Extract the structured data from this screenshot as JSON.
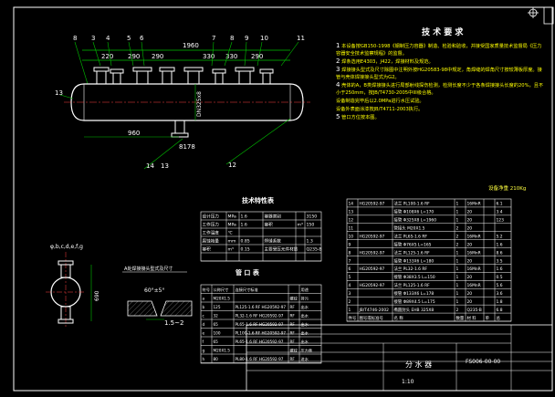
{
  "colors": {
    "background": "#000000",
    "frame": "#ffffff",
    "dimension": "#00c000",
    "vessel": "#ffffff",
    "text": "#ffffff",
    "note": "#ffff00",
    "title": "#ffff40",
    "accent": "#ff4040",
    "cyan": "#00e0e0"
  },
  "tech_req": {
    "title": "技 术 要 求",
    "items": [
      {
        "num": "1",
        "text": "本设备按GB150-1998《钢制压力容器》制造、检验和验收，并接受国家质量技术监督局《压力容器安全技术监察规程》的监督。"
      },
      {
        "num": "2",
        "text": "焊条选用E4303，J422，焊接材料及规范。"
      },
      {
        "num": "3",
        "text": "焊接接头型式及尺寸除图中注明外按HG20583-98中规定，角焊缝的焊角尺寸按较薄板厚度。接管与壳体焊接接头型式为G2。"
      },
      {
        "num": "4",
        "text": "壳体的A，B类焊接接头进行局部射线探伤检测，检测长度不少于各条焊接接头长度的20%，且不小于250mm，按JB/T4730-2005中III级合格。"
      },
      {
        "num": "",
        "text": "设备制造完毕后以2.0MPa进行水压试验。"
      },
      {
        "num": "",
        "text": "设备外表面涂漆按JB/T4711-2003执行。"
      },
      {
        "num": "5",
        "text": "管口方位按本图。"
      }
    ]
  },
  "weight": "设备净重 210Kg",
  "dims": {
    "top_total": "1960",
    "d1": "220",
    "d2": "290",
    "d3": "290",
    "d4": "330",
    "d5": "330",
    "d6": "290",
    "bottom": "960",
    "height": "DN325x8",
    "bottom_len": "8178",
    "left_w": "690"
  },
  "leaders": [
    "8",
    "3",
    "4",
    "5",
    "6",
    "7",
    "8",
    "9",
    "10",
    "11",
    "12",
    "13",
    "14"
  ],
  "callouts": {
    "left": "13",
    "bottom_a": "14",
    "bottom_b": "13",
    "right": "12"
  },
  "spec_table": {
    "title": "技术特性表",
    "rows": [
      [
        "设计压力",
        "MPa",
        "1.6",
        "容器类别",
        "",
        "3150"
      ],
      [
        "工作压力",
        "MPa",
        "1.6",
        "容积",
        "m³",
        "150"
      ],
      [
        "工作温度",
        "℃",
        "",
        "",
        "",
        " "
      ],
      [
        "腐蚀裕量",
        "mm",
        "0.85",
        "焊缝系数",
        "",
        "1.3"
      ],
      [
        "容积",
        "m³",
        "0.15",
        "主要受压元件材质",
        "",
        "Q235-B"
      ],
      [
        "",
        "",
        " ",
        "",
        "",
        ""
      ]
    ]
  },
  "nozzle_table": {
    "title": "管 口 表",
    "header": [
      "符号",
      "公称尺寸",
      "连接尺寸标准",
      "",
      "用途"
    ],
    "rows": [
      [
        "a",
        "M20X1.5",
        "",
        "螺纹",
        "排污"
      ],
      [
        "b",
        "125",
        "PL125-1.6 RF HG20592-97",
        "RF",
        "出水"
      ],
      [
        "c",
        "32",
        "PL32-1.6 RF HG20592-97",
        "RF",
        "出水"
      ],
      [
        "d",
        "65",
        "PL65-1.6 RF HG20592-97",
        "RF",
        "出水"
      ],
      [
        "e",
        "100",
        "PL100-1.6 RF HG20592-97",
        "RF",
        "出水"
      ],
      [
        "f",
        "65",
        "PL65-1.6 RF HG20592-97",
        "RF",
        "出水"
      ],
      [
        "g",
        "M20X1.5",
        "",
        "螺纹",
        "压力表"
      ],
      [
        "h",
        "80",
        "PL80-1.6 RF HG20592-97",
        "RF",
        "进水"
      ]
    ]
  },
  "bom": {
    "rows": [
      [
        "14",
        "HG20592-97",
        "法兰 PL100-1.6 RF",
        "1",
        "16MnR",
        "",
        "6.1"
      ],
      [
        "13",
        "",
        "接管 Φ108X6 L=170",
        "1",
        "20",
        "",
        "3.4"
      ],
      [
        "12",
        "",
        "接管 Φ325X8 L=1960",
        "1",
        "20",
        "",
        "123"
      ],
      [
        "11",
        "",
        "管接头 M20X1.5",
        "2",
        "20",
        "",
        ""
      ],
      [
        "10",
        "HG20592-97",
        "法兰 PL65-1.6 RF",
        "2",
        "16MnR",
        "",
        "5.2"
      ],
      [
        "9",
        "",
        "接管 Φ76X5 L=165",
        "2",
        "20",
        "",
        "1.6"
      ],
      [
        "8",
        "HG20592-97",
        "法兰 PL125-1.6 RF",
        "1",
        "16MnR",
        "",
        "8.6"
      ],
      [
        "7",
        "",
        "接管 Φ133X6 L=180",
        "1",
        "20",
        "",
        "3.5"
      ],
      [
        "6",
        "HG20592-97",
        "法兰 PL32-1.6 RF",
        "1",
        "16MnR",
        "",
        "1.6"
      ],
      [
        "5",
        "",
        "接管 Φ38X3.5 L=150",
        "1",
        "20",
        "",
        "0.5"
      ],
      [
        "4",
        "HG20592-97",
        "法兰 PL125-1.6 RF",
        "1",
        "16MnR",
        "",
        "5.6"
      ],
      [
        "3",
        "",
        "接管 Φ133X6 L=178",
        "1",
        "20",
        "",
        "3.6"
      ],
      [
        "2",
        "",
        "接管 Φ89X4.5 L=175",
        "1",
        "20",
        "",
        "1.8"
      ],
      [
        "1",
        "JB/T4746-2002",
        "椭圆封头 EHB 325X8",
        "2",
        "Q235-B",
        "",
        "6.8"
      ]
    ],
    "header": [
      "件号",
      "图号或标准号",
      "名 称",
      "数量",
      "材 料",
      "单",
      "总"
    ]
  },
  "title_block": {
    "company": "",
    "name": "分 水 器",
    "code": "FS006-00-00",
    "scale": "1:10"
  },
  "section_note": "A处焊接接头型式及尺寸",
  "weld_label": "60°±5°",
  "weld_dim": "1.5~2",
  "side_label": "φ,b,c,d,e,f,g"
}
